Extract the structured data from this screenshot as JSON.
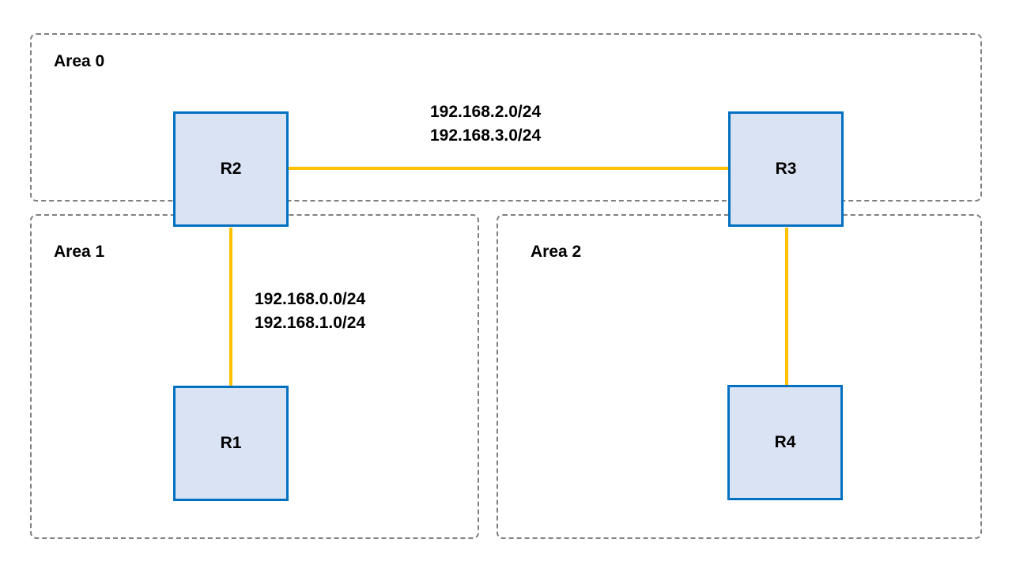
{
  "areas": [
    {
      "label": "Area 0"
    },
    {
      "label": "Area 1"
    },
    {
      "label": "Area 2"
    }
  ],
  "routers": {
    "r1": "R1",
    "r2": "R2",
    "r3": "R3",
    "r4": "R4"
  },
  "links": {
    "r2_r3": {
      "subnets": [
        "192.168.2.0/24",
        "192.168.3.0/24"
      ]
    },
    "r2_r1": {
      "subnets": [
        "192.168.0.0/24",
        "192.168.1.0/24"
      ]
    },
    "r3_r4": {
      "subnets": []
    }
  },
  "colors": {
    "router_fill": "#dae3f3",
    "router_border": "#0070c0",
    "link": "#ffc000",
    "area_border": "#7f7f7f"
  }
}
